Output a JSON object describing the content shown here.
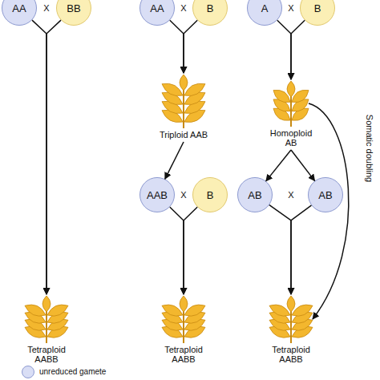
{
  "diagram": {
    "nodes": [
      {
        "text": [
          "AA"
        ]
      },
      {
        "text": [
          "BB"
        ]
      },
      {
        "text": [
          "AA"
        ]
      },
      {
        "text": [
          "B"
        ]
      },
      {
        "text": [
          "A"
        ]
      },
      {
        "text": [
          "B"
        ]
      },
      {
        "text": [
          "Triploid AAB"
        ]
      },
      {
        "text": [
          "Homoploid AB"
        ]
      },
      {
        "text": [
          "AAB"
        ]
      },
      {
        "text": [
          "B"
        ]
      },
      {
        "text": [
          "AB"
        ]
      },
      {
        "text": [
          "AB"
        ]
      },
      {
        "text": [
          "Tetraploid AABB"
        ]
      },
      {
        "text": [
          "Tetraploid AABB"
        ]
      },
      {
        "text": [
          "Tetraploid AABB"
        ]
      }
    ],
    "edges": [
      {
        "from": 0,
        "to": 12,
        "arrow": "to"
      },
      {
        "from": 1,
        "to": 12,
        "arrow": "to"
      },
      {
        "from": 2,
        "to": 6,
        "arrow": "to"
      },
      {
        "from": 3,
        "to": 6,
        "arrow": "to"
      },
      {
        "from": 4,
        "to": 7,
        "arrow": "to"
      },
      {
        "from": 5,
        "to": 7,
        "arrow": "to"
      },
      {
        "from": 6,
        "to": 8,
        "arrow": "to"
      },
      {
        "from": 7,
        "to": 10,
        "arrow": "to"
      },
      {
        "from": 7,
        "to": 11,
        "arrow": "to"
      },
      {
        "from": 8,
        "to": 13,
        "arrow": "to"
      },
      {
        "from": 9,
        "to": 13,
        "arrow": "to"
      },
      {
        "from": 10,
        "to": 14,
        "arrow": "to"
      },
      {
        "from": 11,
        "to": 14,
        "arrow": "to"
      },
      {
        "from": 7,
        "to": 14,
        "label": "Somatic doubling",
        "arrow": "to"
      }
    ],
    "labels": [
      "X",
      "X",
      "X",
      "X",
      "X"
    ],
    "legend": [
      {
        "text": "unreduced gamete",
        "color": "#d9def5"
      }
    ]
  }
}
